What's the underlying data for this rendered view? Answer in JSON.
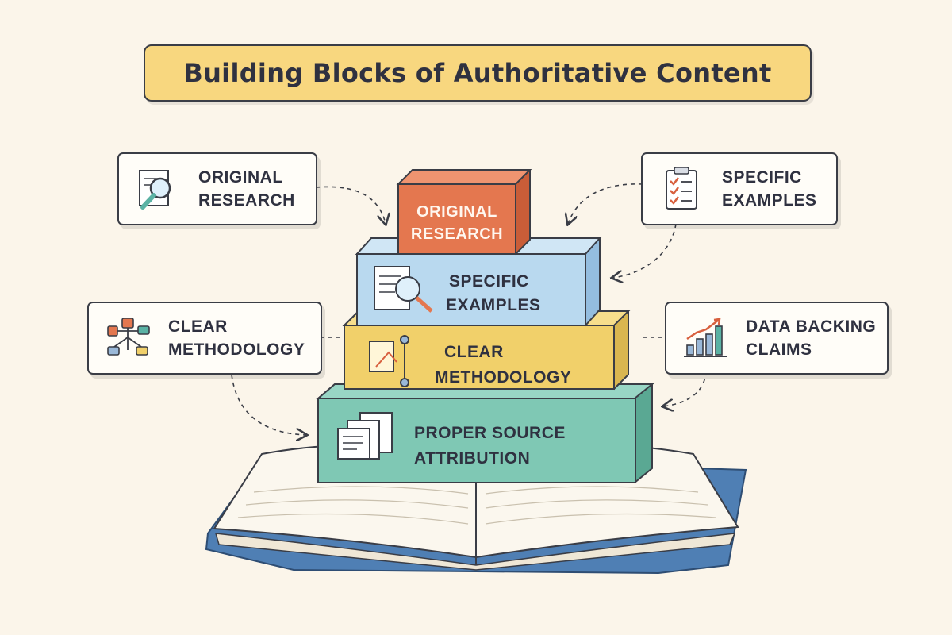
{
  "title": "Building Blocks of Authoritative Content",
  "blocks": [
    {
      "line1": "ORIGINAL",
      "line2": "RESEARCH",
      "color": "#e4774f"
    },
    {
      "line1": "SPECIFIC",
      "line2": "EXAMPLES",
      "color": "#b9d9ef"
    },
    {
      "line1": "CLEAR",
      "line2": "METHODOLOGY",
      "color": "#f1d06a"
    },
    {
      "line1": "PROPER SOURCE",
      "line2": "ATTRIBUTION",
      "color": "#7fc8b4"
    }
  ],
  "side_cards": {
    "original_research": {
      "line1": "ORIGINAL",
      "line2": "RESEARCH",
      "icon": "magnifier-document-icon"
    },
    "specific_examples": {
      "line1": "SPECIFIC",
      "line2": "EXAMPLES",
      "icon": "checklist-clipboard-icon"
    },
    "clear_methodology": {
      "line1": "CLEAR",
      "line2": "METHODOLOGY",
      "icon": "flowchart-icon"
    },
    "data_backing_claims": {
      "line1": "DATA BACKING",
      "line2": "CLAIMS",
      "icon": "bar-chart-trend-icon"
    }
  },
  "colors": {
    "background": "#fbf5ea",
    "outline": "#3a3d46",
    "title_fill": "#f8d77f",
    "book_cover": "#4f7fb4"
  }
}
